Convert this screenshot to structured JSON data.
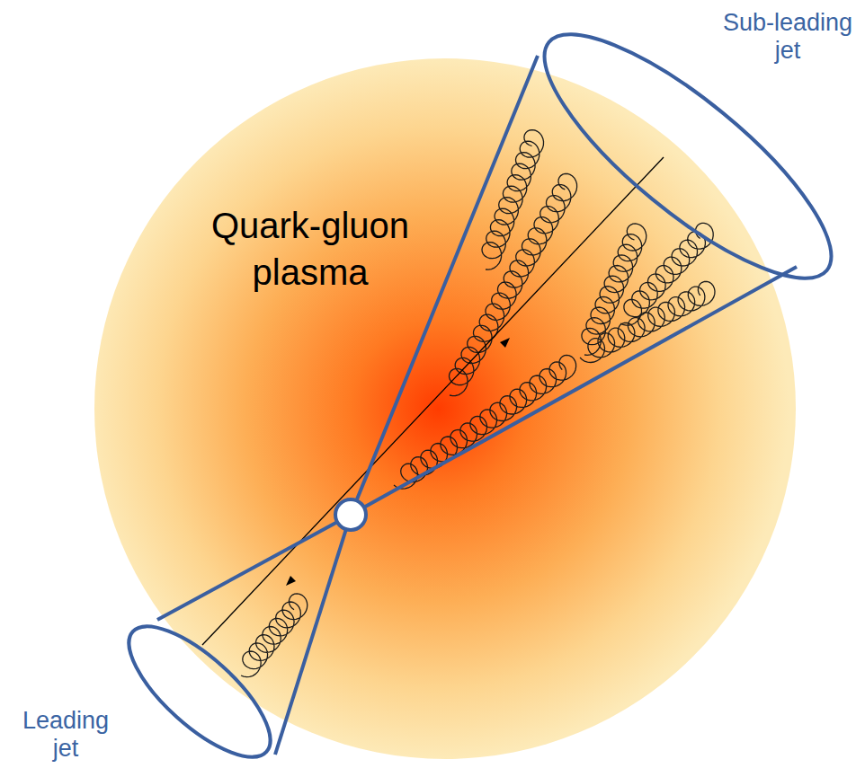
{
  "diagram": {
    "nodes": [
      {
        "text": [
          "Quark-gluon plasma"
        ]
      }
    ],
    "labels": [
      "Sub-leading jet",
      "Leading jet"
    ]
  }
}
